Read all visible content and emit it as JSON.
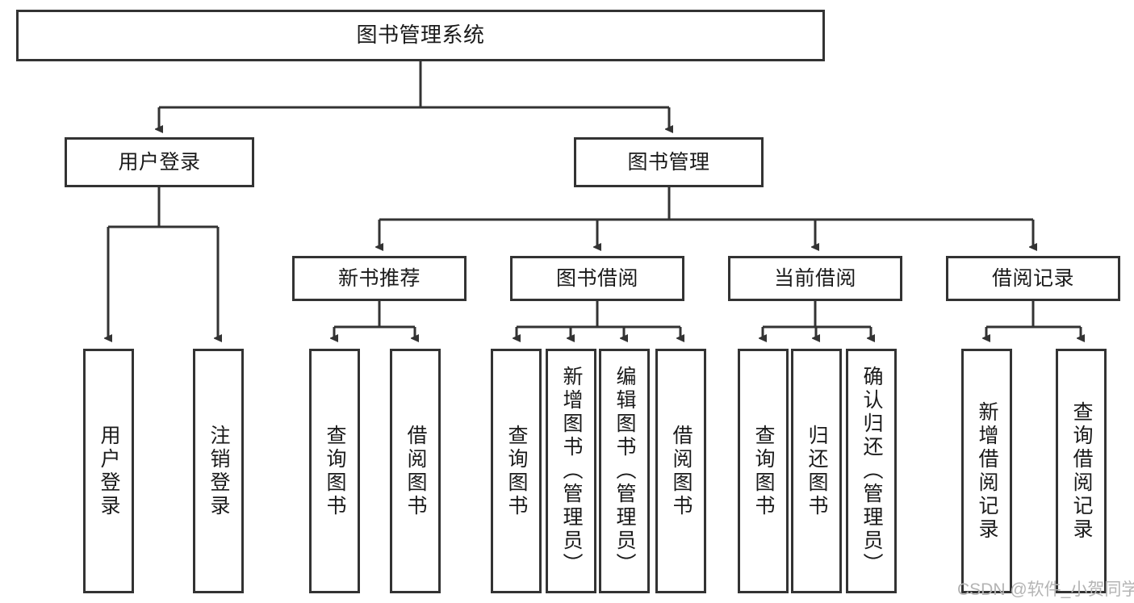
{
  "diagram": {
    "title": "图书管理系统",
    "type": "tree-hierarchy",
    "watermark": "CSDN @软件_小贺同学",
    "colors": {
      "stroke": "#333333",
      "fill": "#ffffff",
      "text": "#1a1a1a",
      "watermark": "#b4b4b4"
    },
    "root": {
      "label": "图书管理系统"
    },
    "level2": [
      {
        "label": "用户登录"
      },
      {
        "label": "图书管理"
      }
    ],
    "level3": [
      {
        "label": "新书推荐"
      },
      {
        "label": "图书借阅"
      },
      {
        "label": "当前借阅"
      },
      {
        "label": "借阅记录"
      }
    ],
    "leaves": {
      "user_login": [
        {
          "label": "用户登录"
        },
        {
          "label": "注销登录"
        }
      ],
      "new_book_recommend": [
        {
          "label": "查询图书"
        },
        {
          "label": "借阅图书"
        }
      ],
      "book_borrow": [
        {
          "label": "查询图书"
        },
        {
          "label": "新增图书（管理员）"
        },
        {
          "label": "编辑图书（管理员）"
        },
        {
          "label": "借阅图书"
        }
      ],
      "current_borrow": [
        {
          "label": "查询图书"
        },
        {
          "label": "归还图书"
        },
        {
          "label": "确认归还（管理员）"
        }
      ],
      "borrow_record": [
        {
          "label": "新增借阅记录"
        },
        {
          "label": "查询借阅记录"
        }
      ]
    }
  }
}
